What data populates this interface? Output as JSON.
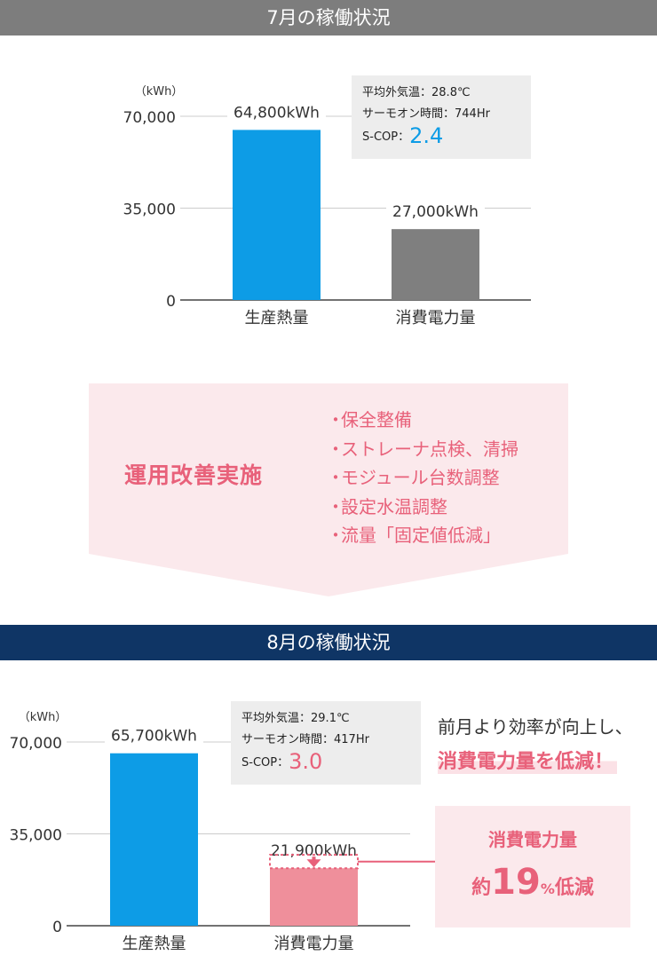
{
  "colors": {
    "july_header": "#7d7d7d",
    "august_header": "#0f3565",
    "heat_bar": "#0d9ce6",
    "power_bar_july": "#7f7f7f",
    "power_bar_august": "#ef8f9b",
    "accent_pink": "#e8617a",
    "cop_july": "#0d9ce6",
    "cop_august": "#e8617a"
  },
  "july": {
    "header": "7月の稼働状況",
    "info": {
      "temp_label": "平均外気温：",
      "temp_value": "28.8℃",
      "thermo_label": "サーモオン時間：",
      "thermo_value": "744Hr",
      "cop_label": "S-COP：",
      "cop_value": "2.4"
    }
  },
  "improvement": {
    "title": "運用改善実施",
    "items": [
      "保全整備",
      "ストレーナ点検、清掃",
      "モジュール台数調整",
      "設定水温調整",
      "流量「固定値低減」"
    ]
  },
  "august": {
    "header": "8月の稼働状況",
    "info": {
      "temp_label": "平均外気温：",
      "temp_value": "29.1℃",
      "thermo_label": "サーモオン時間：",
      "thermo_value": "417Hr",
      "cop_label": "S-COP：",
      "cop_value": "3.0"
    },
    "result_line1": "前月より効率が向上し、",
    "result_line2": "消費電力量を低減！",
    "reduction": {
      "title": "消費電力量",
      "prefix": "約",
      "number": "19",
      "unit": "%",
      "suffix": "低減"
    }
  },
  "chart_data": [
    {
      "type": "bar",
      "unit_label": "（kWh）",
      "categories": [
        "生産熱量",
        "消費電力量"
      ],
      "values": [
        64800,
        27000
      ],
      "value_labels": [
        "64,800kWh",
        "27,000kWh"
      ],
      "yticks": [
        0,
        35000,
        70000
      ],
      "ytick_labels": [
        "0",
        "35,000",
        "70,000"
      ],
      "ylim": [
        0,
        70000
      ],
      "grid": true
    },
    {
      "type": "bar",
      "unit_label": "（kWh）",
      "categories": [
        "生産熱量",
        "消費電力量"
      ],
      "values": [
        65700,
        21900
      ],
      "value_labels": [
        "65,700kWh",
        "21,900kWh"
      ],
      "previous_power_value": 27000,
      "yticks": [
        0,
        35000,
        70000
      ],
      "ytick_labels": [
        "0",
        "35,000",
        "70,000"
      ],
      "ylim": [
        0,
        70000
      ],
      "grid": true
    }
  ]
}
